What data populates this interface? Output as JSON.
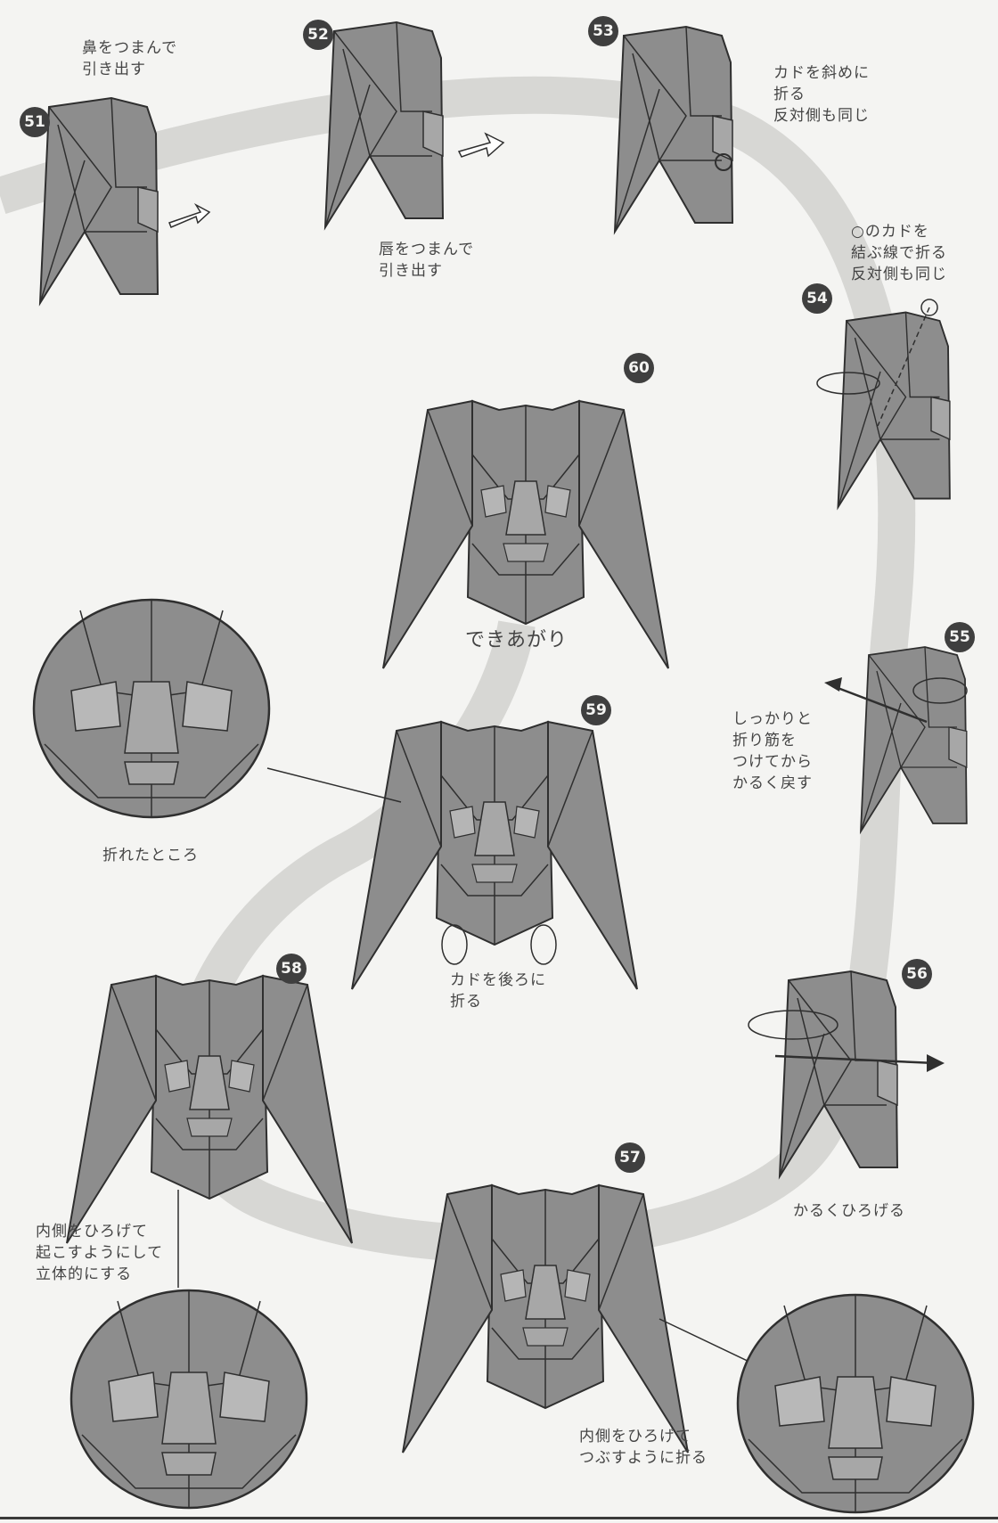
{
  "colors": {
    "paper": "#8d8d8d",
    "paper_dark": "#6f6f6f",
    "paper_light": "#a7a7a7",
    "line": "#2f2f2f",
    "path": "#d7d7d4"
  },
  "steps": [
    {
      "num": "51",
      "text": "鼻をつまんで\n引き出す"
    },
    {
      "num": "52",
      "text": "唇をつまんで\n引き出す"
    },
    {
      "num": "53",
      "text": "カドを斜めに\n折る\n反対側も同じ"
    },
    {
      "num": "54",
      "text": "○のカドを\n結ぶ線で折る\n反対側も同じ"
    },
    {
      "num": "55",
      "text": "しっかりと\n折り筋を\nつけてから\nかるく戻す"
    },
    {
      "num": "56",
      "text": "かるくひろげる"
    },
    {
      "num": "57",
      "text": "内側をひろげて\nつぶすように折る"
    },
    {
      "num": "58",
      "text": "内側をひろげて\n起こすようにして\n立体的にする"
    },
    {
      "num": "59",
      "text": "カドを後ろに\n折る"
    },
    {
      "num": "60",
      "text": "できあがり"
    }
  ],
  "detail_label": "折れたところ"
}
